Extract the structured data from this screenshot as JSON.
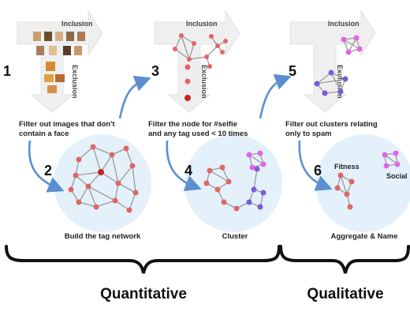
{
  "steps": [
    "1",
    "2",
    "3",
    "4",
    "5",
    "6"
  ],
  "arrow_labels": {
    "inclusion": "Inclusion",
    "exclusion": "Exclusion"
  },
  "captions": {
    "filter_faces_1": "Filter out images that don't",
    "filter_faces_2": "contain a face",
    "filter_selfie_1": "Filter the node for #selfie",
    "filter_selfie_2": "and any tag used < 10 times",
    "filter_spam_1": "Filter out clusters relating",
    "filter_spam_2": "only to spam",
    "build": "Build the tag network",
    "cluster": "Cluster",
    "aggregate": "Aggregate & Name"
  },
  "cluster_names": {
    "fitness": "Fitness",
    "social": "Social"
  },
  "phases": {
    "quantitative": "Quantitative",
    "qualitative": "Qualitative"
  },
  "colors": {
    "node_red": "#e06666",
    "node_dark_red": "#cc2222",
    "node_pink": "#e066e6",
    "node_purple": "#7a5ae0",
    "bubble": "#e4f1fb",
    "big_arrow": "#efefef",
    "flow_arrow": "#5b8fd0"
  }
}
